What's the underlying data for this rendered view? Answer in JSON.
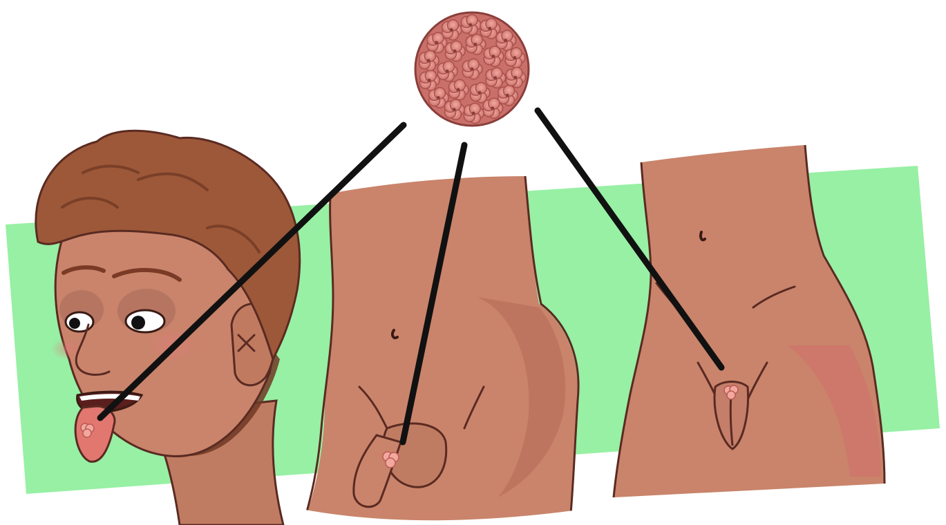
{
  "colors": {
    "background": "#ffffff",
    "green_band": "#97f0a4",
    "skin": "#c9846b",
    "skin_shadow": "#a86452",
    "skin_outline": "#5a2a22",
    "hair": "#9c5838",
    "hair_dark": "#6e3824",
    "lesion": "#e9948a",
    "lesion_dark": "#b95a55",
    "pointer_line": "#111111",
    "tongue": "#e2776f"
  },
  "figures": [
    {
      "id": "head",
      "description_icon": "face-icon",
      "has_lesion": true,
      "lesion_site": "tongue"
    },
    {
      "id": "male-torso",
      "description_icon": "male-torso-icon",
      "has_lesion": true,
      "lesion_site": "genital"
    },
    {
      "id": "female-torso",
      "description_icon": "female-torso-icon",
      "has_lesion": true,
      "lesion_site": "genital"
    }
  ],
  "cluster": {
    "icon": "wart-cluster-icon",
    "bumps": 22
  }
}
